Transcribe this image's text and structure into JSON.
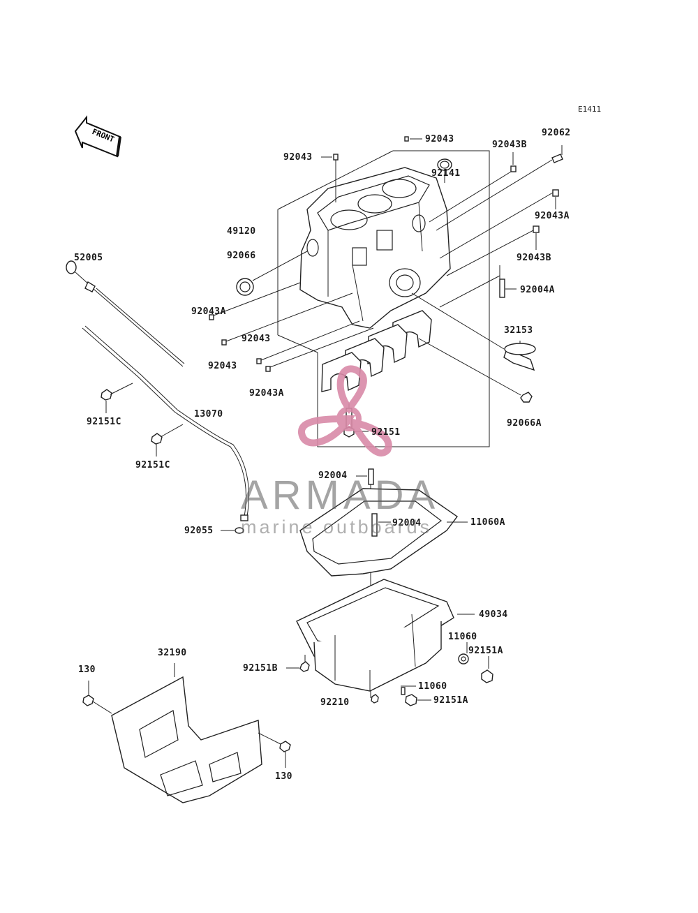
{
  "diagram_code": "E1411",
  "front_label": "FRONT",
  "watermark": {
    "brand": "ARMADA",
    "tagline": "marine outboards",
    "color": "#d98aa8"
  },
  "labels": [
    {
      "id": "l1",
      "text": "92043"
    },
    {
      "id": "l2",
      "text": "92043B"
    },
    {
      "id": "l3",
      "text": "92062"
    },
    {
      "id": "l4",
      "text": "92043"
    },
    {
      "id": "l5",
      "text": "92141"
    },
    {
      "id": "l6",
      "text": "92043A"
    },
    {
      "id": "l7",
      "text": "49120"
    },
    {
      "id": "l8",
      "text": "92043B"
    },
    {
      "id": "l9",
      "text": "92066"
    },
    {
      "id": "l10",
      "text": "52005"
    },
    {
      "id": "l11",
      "text": "92004A"
    },
    {
      "id": "l12",
      "text": "92043A"
    },
    {
      "id": "l13",
      "text": "32153"
    },
    {
      "id": "l14",
      "text": "92043"
    },
    {
      "id": "l15",
      "text": "92043"
    },
    {
      "id": "l16",
      "text": "92043A"
    },
    {
      "id": "l17",
      "text": "92151C"
    },
    {
      "id": "l18",
      "text": "13070"
    },
    {
      "id": "l19",
      "text": "92066A"
    },
    {
      "id": "l20",
      "text": "92151"
    },
    {
      "id": "l21",
      "text": "92151C"
    },
    {
      "id": "l22",
      "text": "92004"
    },
    {
      "id": "l23",
      "text": "92004"
    },
    {
      "id": "l24",
      "text": "11060A"
    },
    {
      "id": "l25",
      "text": "92055"
    },
    {
      "id": "l26",
      "text": "49034"
    },
    {
      "id": "l27",
      "text": "32190"
    },
    {
      "id": "l28",
      "text": "11060"
    },
    {
      "id": "l29",
      "text": "92151A"
    },
    {
      "id": "l30",
      "text": "130"
    },
    {
      "id": "l31",
      "text": "92151B"
    },
    {
      "id": "l32",
      "text": "11060"
    },
    {
      "id": "l33",
      "text": "92210"
    },
    {
      "id": "l34",
      "text": "92151A"
    },
    {
      "id": "l35",
      "text": "130"
    }
  ]
}
